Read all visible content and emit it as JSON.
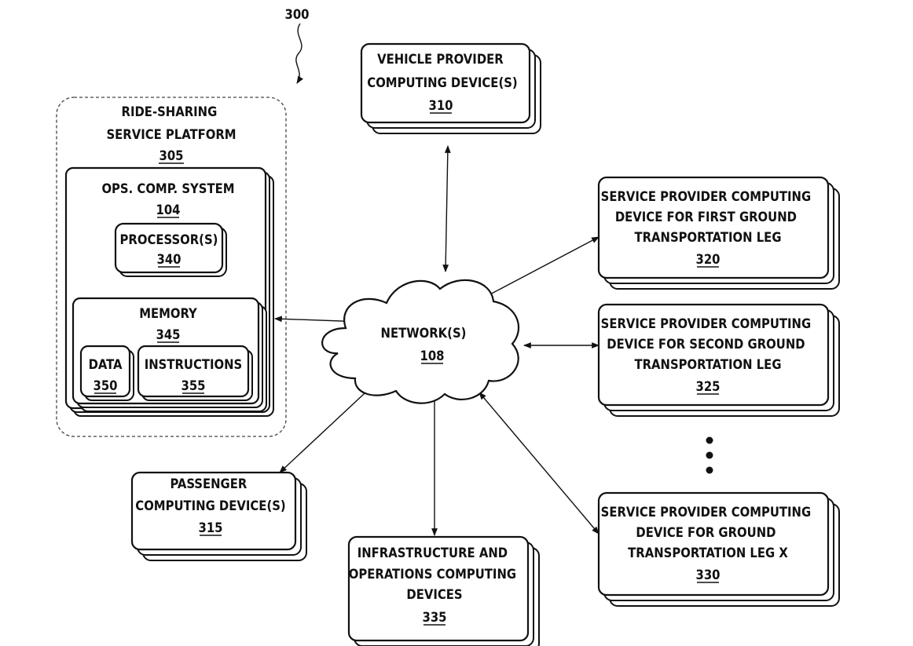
{
  "figure_ref": "300",
  "platform": {
    "lines": [
      "RIDE-SHARING",
      "SERVICE PLATFORM"
    ],
    "ref": "305"
  },
  "ops_system": {
    "lines": [
      "OPS. COMP. SYSTEM"
    ],
    "ref": "104"
  },
  "processor": {
    "lines": [
      "PROCESSOR(S)"
    ],
    "ref": "340"
  },
  "memory": {
    "lines": [
      "MEMORY"
    ],
    "ref": "345"
  },
  "data_box": {
    "lines": [
      "DATA"
    ],
    "ref": "350"
  },
  "instructions": {
    "lines": [
      "INSTRUCTIONS"
    ],
    "ref": "355"
  },
  "vehicle_provider": {
    "lines": [
      "VEHICLE PROVIDER",
      "COMPUTING DEVICE(S)"
    ],
    "ref": "310"
  },
  "network": {
    "lines": [
      "NETWORK(S)"
    ],
    "ref": "108"
  },
  "sp_first": {
    "lines": [
      "SERVICE PROVIDER COMPUTING",
      "DEVICE FOR FIRST GROUND",
      "TRANSPORTATION LEG"
    ],
    "ref": "320"
  },
  "sp_second": {
    "lines": [
      "SERVICE PROVIDER COMPUTING",
      "DEVICE FOR SECOND GROUND",
      "TRANSPORTATION LEG"
    ],
    "ref": "325"
  },
  "sp_x": {
    "lines": [
      "SERVICE PROVIDER COMPUTING",
      "DEVICE FOR  GROUND",
      "TRANSPORTATION LEG X"
    ],
    "ref": "330"
  },
  "passenger": {
    "lines": [
      "PASSENGER",
      "COMPUTING DEVICE(S)"
    ],
    "ref": "315"
  },
  "infrastructure": {
    "lines": [
      "INFRASTRUCTURE AND",
      "OPERATIONS COMPUTING",
      "DEVICES"
    ],
    "ref": "335"
  }
}
